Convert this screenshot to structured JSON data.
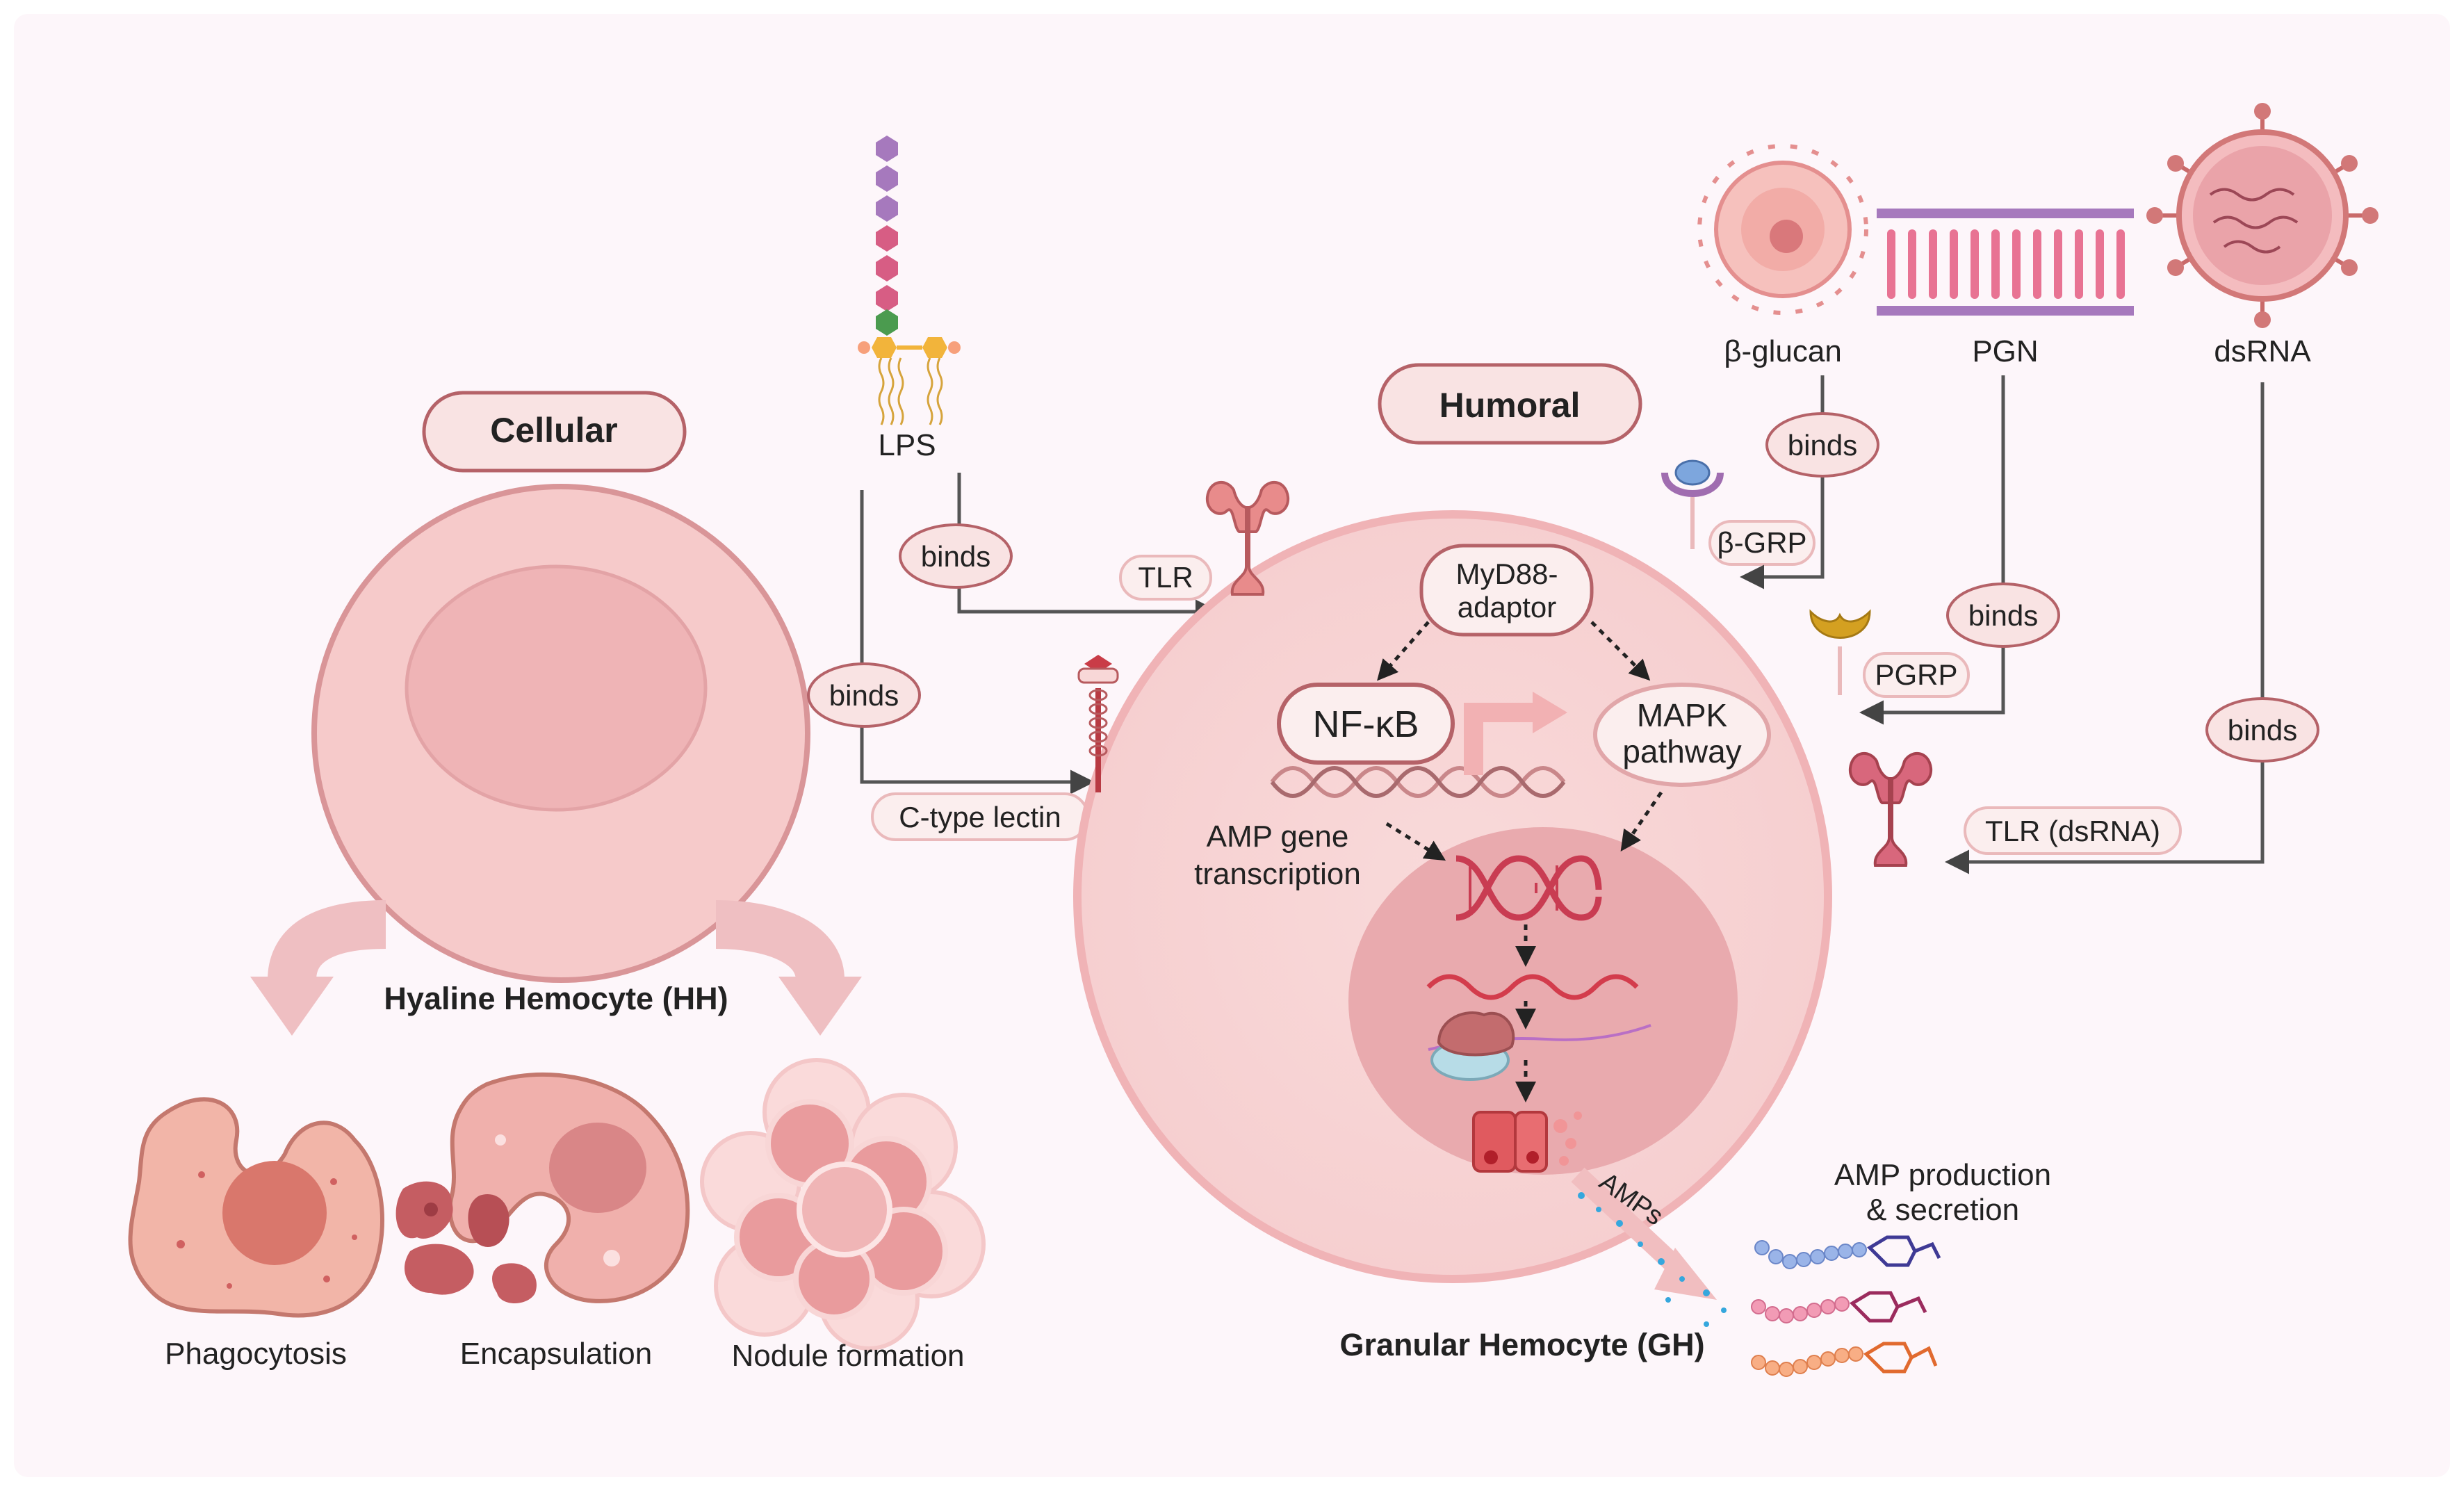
{
  "sections": {
    "cellular": "Cellular",
    "humoral": "Humoral"
  },
  "hyaline": {
    "name": "Hyaline Hemocyte (HH)",
    "functions": [
      "Phagocytosis",
      "Encapsulation",
      "Nodule formation"
    ]
  },
  "granular": {
    "name": "Granular Hemocyte (GH)"
  },
  "ligands": {
    "lps": "LPS",
    "beta_glucan": "β-glucan",
    "pgn": "PGN",
    "dsrna": "dsRNA"
  },
  "binds_label": "binds",
  "receptors": {
    "tlr": "TLR",
    "ctype_lectin": "C-type lectin",
    "beta_grp": "β-GRP",
    "pgrp": "PGRP",
    "tlr_dsrna": "TLR (dsRNA)"
  },
  "signaling": {
    "myd88_line1": "MyD88-",
    "myd88_line2": "adaptor",
    "nfkb": "NF-κB",
    "mapk_line1": "MAPK",
    "mapk_line2": "pathway",
    "amp_gene_line1": "AMP gene",
    "amp_gene_line2": "transcription",
    "amps": "AMPs",
    "amp_prod_line1": "AMP production",
    "amp_prod_line2": "& secretion"
  },
  "colors": {
    "background": "#fdf6fa",
    "cell_fill": "#f8d3d3",
    "cell_stroke": "#dea1a4",
    "nucleus_fill": "#edb1b5",
    "label_fill": "#f9e3e3",
    "label_stroke": "#b56268",
    "arrow": "#555555",
    "dna": "#c93c52",
    "amp_dots": "#35a7dd"
  },
  "icons": [
    "hexagon-chain-lps-icon",
    "fungus-icon",
    "peptidoglycan-icon",
    "virus-icon",
    "receptor-icon",
    "ribosome-icon",
    "dna-helix-icon",
    "peptide-chain-icon"
  ]
}
